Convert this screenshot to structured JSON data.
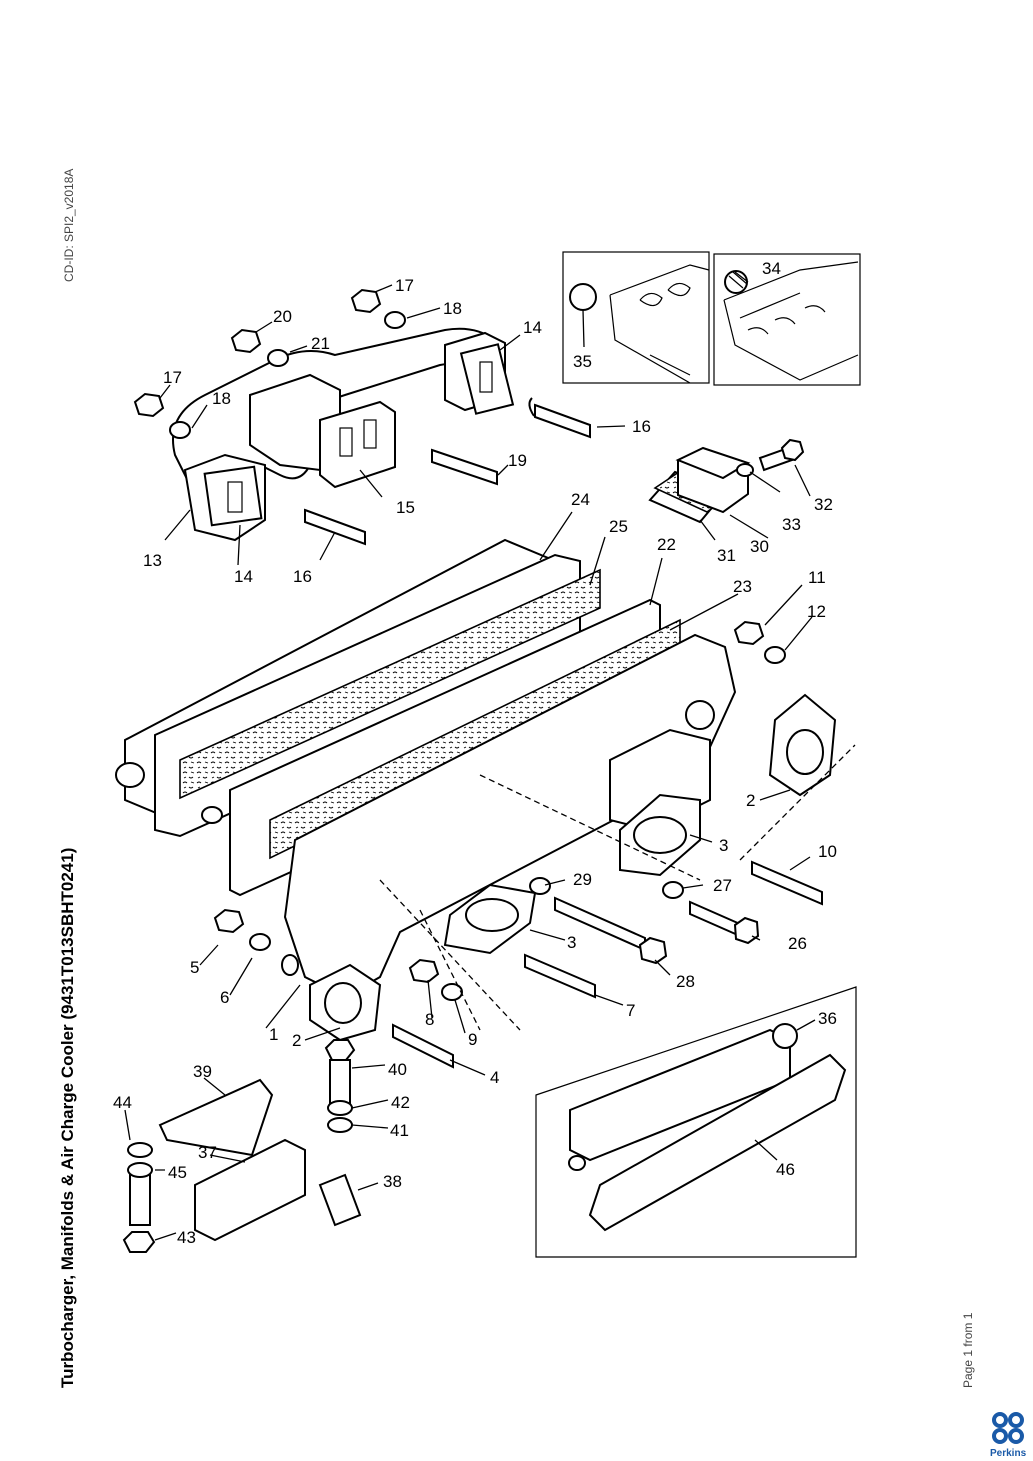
{
  "document": {
    "cd_id": "CD-ID: SPI2_v2018A",
    "title": "Turbocharger, Manifolds & Air Charge Cooler (9431T013SBHT0241)",
    "page_label": "Page 1 from 1",
    "brand": "Perkins",
    "brand_color": "#1a5aa8"
  },
  "callouts": [
    "1",
    "2",
    "2",
    "3",
    "3",
    "4",
    "5",
    "6",
    "7",
    "8",
    "9",
    "10",
    "11",
    "12",
    "13",
    "14",
    "14",
    "15",
    "16",
    "16",
    "17",
    "17",
    "18",
    "18",
    "19",
    "20",
    "21",
    "22",
    "23",
    "24",
    "25",
    "26",
    "27",
    "28",
    "29",
    "30",
    "31",
    "32",
    "33",
    "34",
    "35",
    "36",
    "37",
    "38",
    "39",
    "40",
    "41",
    "42",
    "43",
    "44",
    "45",
    "46"
  ]
}
